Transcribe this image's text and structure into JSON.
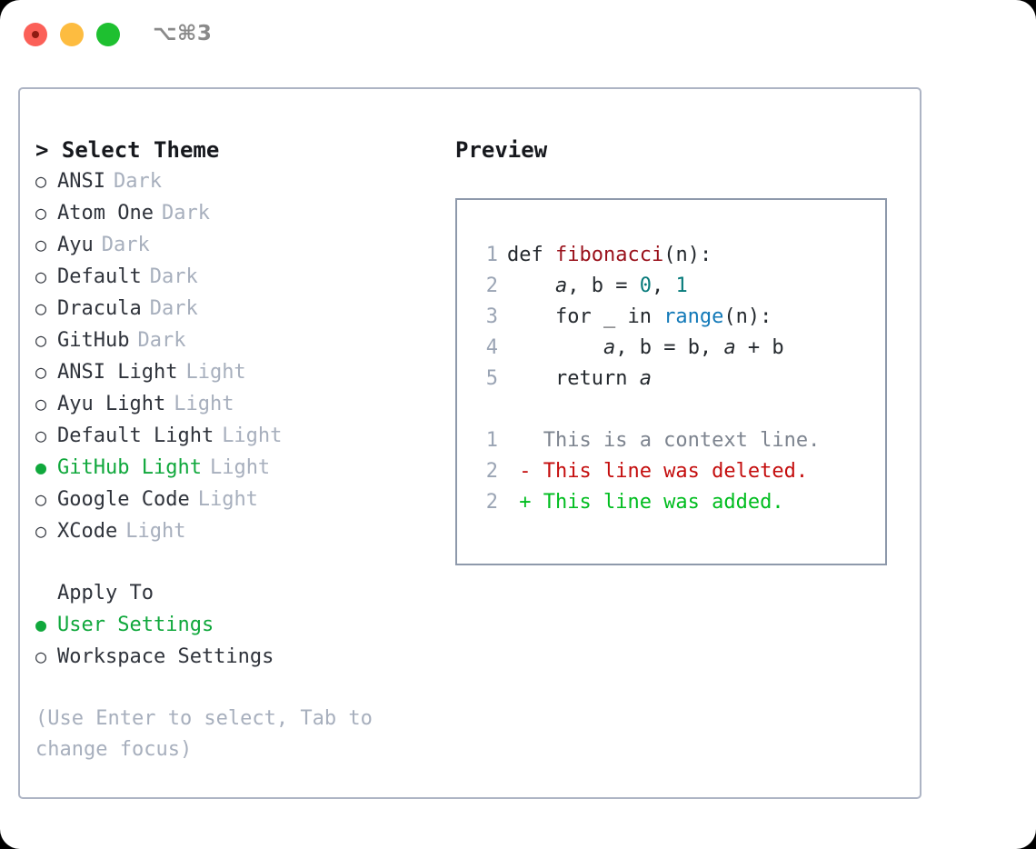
{
  "titlebar": {
    "shortcut": "⌥⌘3",
    "lights": [
      {
        "name": "close",
        "color": "#fb6058"
      },
      {
        "name": "minimize",
        "color": "#fdbc40"
      },
      {
        "name": "maximize",
        "color": "#1ec030"
      }
    ]
  },
  "theme_panel": {
    "heading": "> Select Theme",
    "selected_marker": "●",
    "unselected_marker": "○",
    "accent_color": "#10a83c",
    "muted_color": "#a7afbd",
    "items": [
      {
        "marker": "○",
        "label": "ANSI",
        "suffix": "Dark",
        "selected": false
      },
      {
        "marker": "○",
        "label": "Atom One",
        "suffix": "Dark",
        "selected": false
      },
      {
        "marker": "○",
        "label": "Ayu",
        "suffix": "Dark",
        "selected": false
      },
      {
        "marker": "○",
        "label": "Default",
        "suffix": "Dark",
        "selected": false
      },
      {
        "marker": "○",
        "label": "Dracula",
        "suffix": "Dark",
        "selected": false
      },
      {
        "marker": "○",
        "label": "GitHub",
        "suffix": "Dark",
        "selected": false
      },
      {
        "marker": "○",
        "label": "ANSI Light",
        "suffix": "Light",
        "selected": false
      },
      {
        "marker": "○",
        "label": "Ayu Light",
        "suffix": "Light",
        "selected": false
      },
      {
        "marker": "○",
        "label": "Default Light",
        "suffix": "Light",
        "selected": false
      },
      {
        "marker": "●",
        "label": "GitHub Light",
        "suffix": "Light",
        "selected": true
      },
      {
        "marker": "○",
        "label": "Google Code",
        "suffix": "Light",
        "selected": false
      },
      {
        "marker": "○",
        "label": "XCode",
        "suffix": "Light",
        "selected": false
      }
    ]
  },
  "apply_to": {
    "heading": "Apply To",
    "items": [
      {
        "marker": "●",
        "label": "User Settings",
        "selected": true
      },
      {
        "marker": "○",
        "label": "Workspace Settings",
        "selected": false
      }
    ]
  },
  "hint": "(Use Enter to select, Tab to change focus)",
  "preview": {
    "title": "Preview",
    "code_lines": [
      {
        "no": "1",
        "parts": [
          {
            "t": "def ",
            "c": "plain"
          },
          {
            "t": "fibonacci",
            "c": "fn"
          },
          {
            "t": "(n):",
            "c": "plain"
          }
        ]
      },
      {
        "no": "2",
        "parts": [
          {
            "t": "    ",
            "c": "plain"
          },
          {
            "t": "a",
            "c": "var"
          },
          {
            "t": ", b = ",
            "c": "plain"
          },
          {
            "t": "0",
            "c": "num"
          },
          {
            "t": ", ",
            "c": "plain"
          },
          {
            "t": "1",
            "c": "num"
          }
        ]
      },
      {
        "no": "3",
        "parts": [
          {
            "t": "    for _ in ",
            "c": "plain"
          },
          {
            "t": "range",
            "c": "builtin"
          },
          {
            "t": "(n):",
            "c": "plain"
          }
        ]
      },
      {
        "no": "4",
        "parts": [
          {
            "t": "        ",
            "c": "plain"
          },
          {
            "t": "a",
            "c": "var"
          },
          {
            "t": ", b = b, ",
            "c": "plain"
          },
          {
            "t": "a",
            "c": "var"
          },
          {
            "t": " + b",
            "c": "plain"
          }
        ]
      },
      {
        "no": "5",
        "parts": [
          {
            "t": "    return ",
            "c": "plain"
          },
          {
            "t": "a",
            "c": "var"
          }
        ]
      }
    ],
    "diff_lines": [
      {
        "no": "1",
        "sign": " ",
        "text": "This is a context line.",
        "kind": "context"
      },
      {
        "no": "2",
        "sign": "-",
        "text": "This line was deleted.",
        "kind": "del"
      },
      {
        "no": "2",
        "sign": "+",
        "text": "This line was added.",
        "kind": "add"
      }
    ]
  }
}
